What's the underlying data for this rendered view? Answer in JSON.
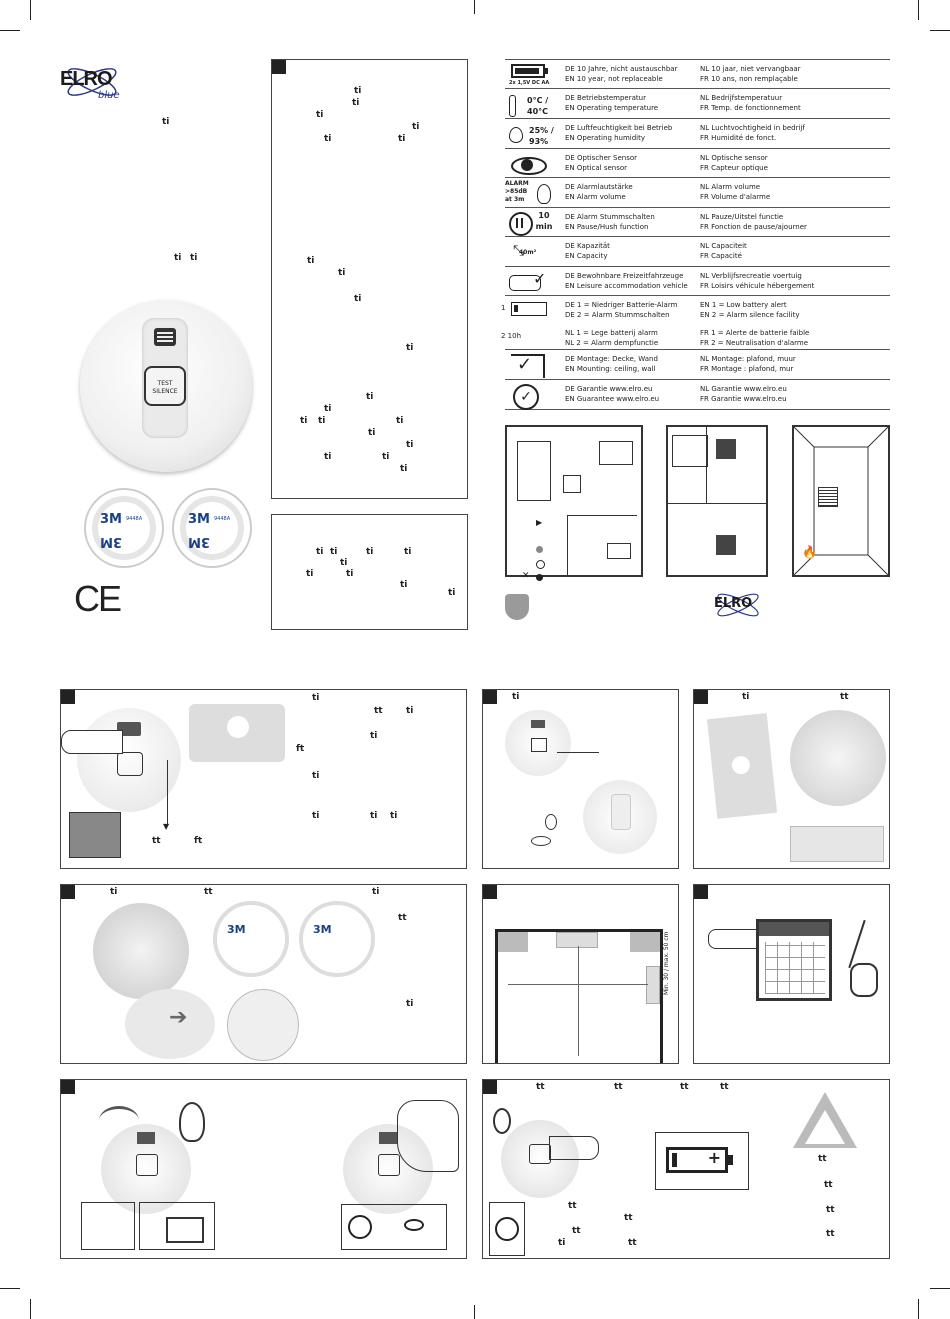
{
  "logo": {
    "brand": "ELRO",
    "sub": "blue"
  },
  "ce_mark": "CE",
  "detector": {
    "button_line1": "TEST",
    "button_line2": "SILENCE"
  },
  "tape": {
    "brand": "3M",
    "code": "9448A"
  },
  "ligatures": {
    "ti": "ti",
    "tt": "tt",
    "ft": "ft"
  },
  "specs": [
    {
      "icon": "battery-icon",
      "icon_text": "2x 1,5V DC AA",
      "l1": "DE 10 Jahre, nicht austauschbar",
      "l2": "EN 10 year, not replaceable",
      "r1": "NL  10 jaar, niet vervangbaar",
      "r2": "FR  10 ans, non remplaçable"
    },
    {
      "icon": "thermometer-icon",
      "icon_text": "0°C / 40°C",
      "l1": "DE Betriebstemperatur",
      "l2": "EN Operating temperature",
      "r1": "NL  Bedrijfstemperatuur",
      "r2": "FR  Temp. de fonctionnement"
    },
    {
      "icon": "humidity-icon",
      "icon_text": "25% / 93%",
      "l1": "DE Luftfeuchtigkeit bei Betrieb",
      "l2": "EN Operating humidity",
      "r1": "NL  Luchtvochtigheid in bedrijf",
      "r2": "FR  Humidité de fonct."
    },
    {
      "icon": "eye-icon",
      "icon_text": "",
      "l1": "DE Optischer Sensor",
      "l2": "EN Optical sensor",
      "r1": "NL  Optische sensor",
      "r2": "FR  Capteur optique"
    },
    {
      "icon": "ear-icon",
      "icon_text": "ALARM >85dB at 3m",
      "l1": "DE Alarmlautstärke",
      "l2": "EN Alarm volume",
      "r1": "NL  Alarm volume",
      "r2": "FR  Volume d'alarme"
    },
    {
      "icon": "pause-icon",
      "icon_text": "10 min",
      "l1": "DE Alarm Stummschalten",
      "l2": "EN Pause/Hush function",
      "r1": "NL  Pauze/Uitstel functie",
      "r2": "FR  Fonction de pause/ajourner"
    },
    {
      "icon": "area-icon",
      "icon_text": "40m²",
      "l1": "DE Kapazität",
      "l2": "EN Capacity",
      "r1": "NL  Capaciteit",
      "r2": "FR  Capacité"
    },
    {
      "icon": "caravan-icon",
      "icon_text": "",
      "l1": "DE Bewohnbare Freizeitfahrzeuge",
      "l2": "EN Leisure accommodation vehicle",
      "r1": "NL  Verblijfsrecreatie voertuig",
      "r2": "FR  Loisirs véhicule hébergement"
    },
    {
      "icon": "low-battery-icon",
      "icon_text": "1",
      "l1": "DE 1 = Niedriger Batterie-Alarm",
      "l2": "DE 2 = Alarm Stummschalten",
      "r1": "EN 1 = Low battery alert",
      "r2": "EN 2 = Alarm silence facility"
    },
    {
      "icon": "hush-10h-icon",
      "icon_text": "2  10h",
      "l1": "NL 1 = Lege batterij alarm",
      "l2": "NL 2 = Alarm dempfunctie",
      "r1": "FR  1 = Alerte de batterie faible",
      "r2": "FR  2 = Neutralisation d'alarme"
    },
    {
      "icon": "mounting-icon",
      "icon_text": "",
      "l1": "DE  Montage: Decke, Wand",
      "l2": "EN  Mounting: ceiling, wall",
      "r1": "NL  Montage: plafond, muur",
      "r2": "FR  Montage : plafond, mur"
    },
    {
      "icon": "guarantee-icon",
      "icon_text": "",
      "l1": "DE Garantie www.elro.eu",
      "l2": "EN Guarantee www.elro.eu",
      "r1": "NL  Garantie www.elro.eu",
      "r2": "FR  Garantie www.elro.eu"
    }
  ],
  "step5": {
    "area_label": "Min. 30 / max. 50 cm"
  },
  "battery_plus": "+",
  "pause_10h": "10h"
}
